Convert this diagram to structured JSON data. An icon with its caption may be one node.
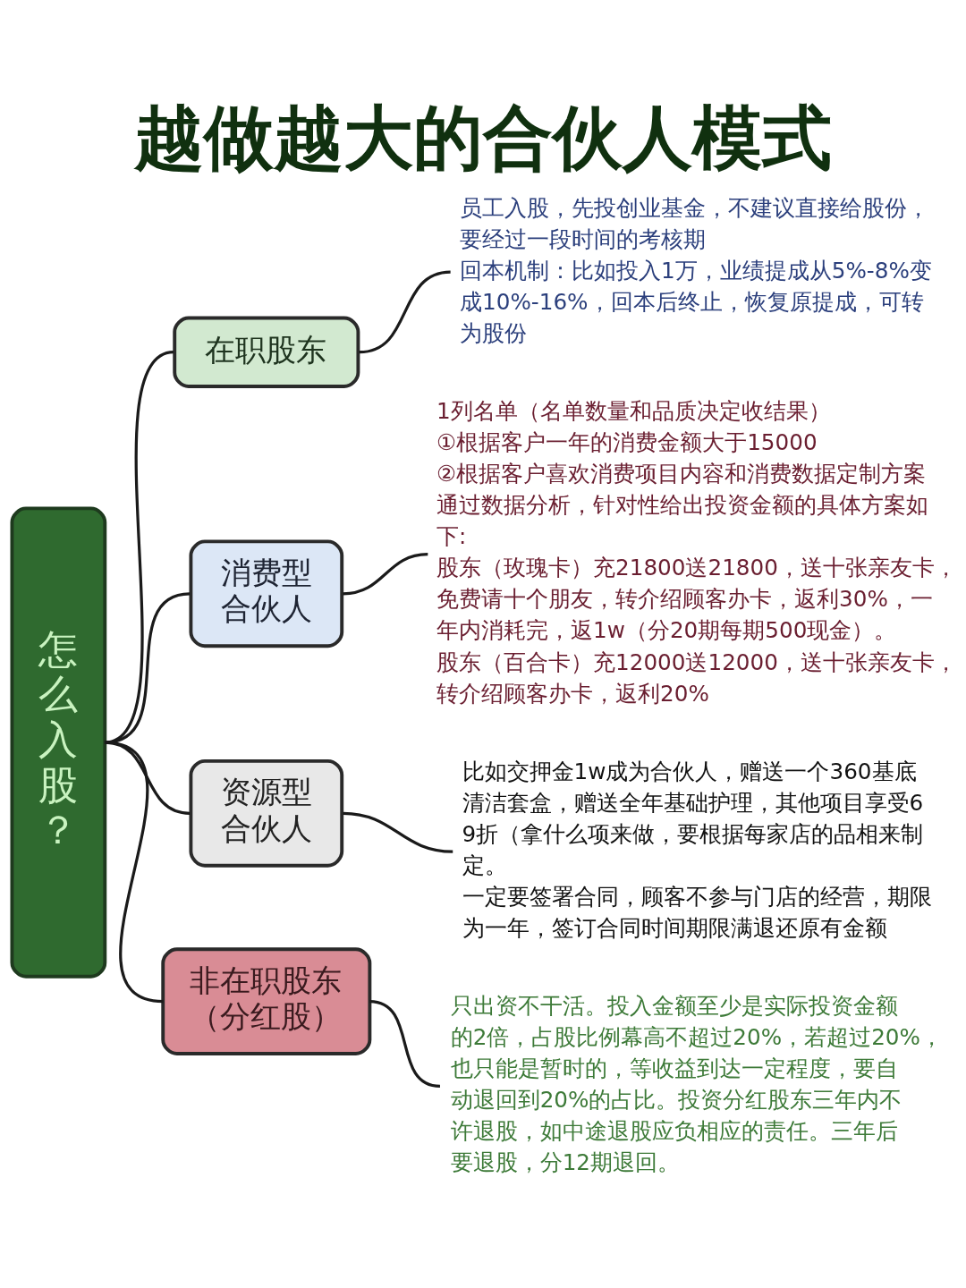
{
  "diagram": {
    "title": "越做越大的合伙人模式",
    "nodes": [
      {
        "text": [
          "怎么入股？"
        ]
      },
      {
        "text": [
          "在职股东"
        ]
      },
      {
        "text": [
          "员工入股，先投创业基金，不建议直接给股份，要经过一段时间的考核期",
          "回本机制：比如投入1万，业绩提成从5%-8%变成10%-16%，回本后终止，恢复原提成，可转为股份"
        ]
      },
      {
        "text": [
          "消费型合伙人"
        ]
      },
      {
        "text": [
          "1列名单（名单数量和品质决定收结果）",
          "①根据客户一年的消费金额大于15000",
          "②根据客户喜欢消费项目内容和消费数据定制方案",
          "通过数据分析，针对性给出投资金额的具体方案如下:",
          "股东（玫瑰卡）充21800送21800，送十张亲友卡，免费请十个朋友，转介绍顾客办卡，返利30%，一年内消耗完，返1w（分20期每期500现金）。",
          "股东（百合卡）充12000送12000，送十张亲友卡，转介绍顾客办卡，返利20%"
        ]
      },
      {
        "text": [
          "资源型合伙人"
        ]
      },
      {
        "text": [
          "比如交押金1w成为合伙人，赠送一个360基底清洁套盒，赠送全年基础护理，其他项目享受69折（拿什么项来做，要根据每家店的品相来制定。",
          "一定要签署合同，顾客不参与门店的经营，期限为一年，签订合同时间期限满退还原有金额"
        ]
      },
      {
        "text": [
          "非在职股东（分红股）"
        ]
      },
      {
        "text": [
          "只出资不干活。投入金额至少是实际投资金额的2倍，占股比例幕高不超过20%，若超过20%，也只能是暂时的，等收益到达一定程度，要自动退回到20%的占比。投资分红股东三年内不许退股，如中途退股应负相应的责任。三年后要退股，分12期退回。"
        ]
      }
    ],
    "edges": [
      {
        "from": 0,
        "to": 1,
        "arrow": "none"
      },
      {
        "from": 0,
        "to": 3,
        "arrow": "none"
      },
      {
        "from": 0,
        "to": 5,
        "arrow": "none"
      },
      {
        "from": 0,
        "to": 7,
        "arrow": "none"
      },
      {
        "from": 1,
        "to": 2,
        "arrow": "none"
      },
      {
        "from": 3,
        "to": 4,
        "arrow": "none"
      },
      {
        "from": 5,
        "to": 6,
        "arrow": "none"
      },
      {
        "from": 7,
        "to": 8,
        "arrow": "none"
      }
    ]
  }
}
